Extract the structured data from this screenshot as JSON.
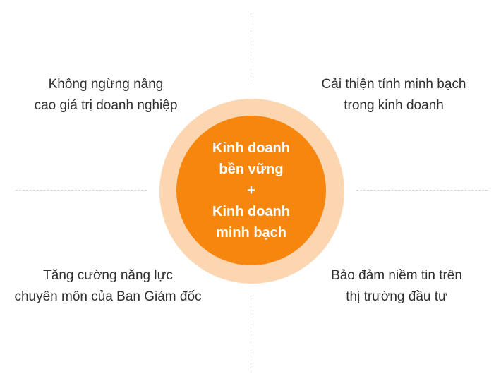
{
  "center": {
    "line1": "Kinh doanh",
    "line2": "bền vững",
    "plus": "+",
    "line3": "Kinh doanh",
    "line4": "minh bạch"
  },
  "quadrants": {
    "top_left": {
      "line1": "Không ngừng nâng",
      "line2": "cao giá trị doanh nghiệp"
    },
    "top_right": {
      "line1": "Cải thiện tính minh bạch",
      "line2": "trong kinh doanh"
    },
    "bottom_left": {
      "line1": "Tăng cường năng lực",
      "line2": "chuyên môn của Ban Giám đốc"
    },
    "bottom_right": {
      "line1": "Bảo đảm niềm tin trên",
      "line2": "thị trường đầu tư"
    }
  },
  "colors": {
    "circle_fill": "#f7860f",
    "ring_fill": "#fcd6b0",
    "text": "#2f2f2f",
    "divider": "#d2d2d2"
  }
}
